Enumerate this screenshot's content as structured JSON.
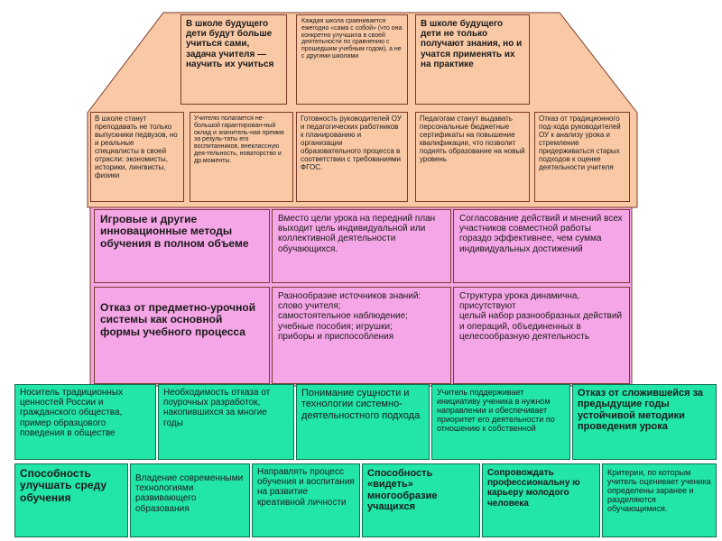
{
  "colors": {
    "roof": "#f9c9a6",
    "walls": "#f5a6e6",
    "foundation": "#22e5a8",
    "border": "#7a3a2a"
  },
  "roof_top": [
    "В школе будущего дети будут больше учиться сами, задача учителя — научить их учиться",
    "Каждая школа сравнивается ежегодно «сама с собой» (что она конкретно улучшила в своей деятельности по сравнению с прошедшим учебным годом), а не с другими школами",
    "В школе будущего дети не только получают знания, но и учатся применять их на практике"
  ],
  "roof_bottom": [
    "В школе станут преподавать не только выпускники педвузов, но и реальные специалисты в своей отрасли: экономисты, историки, лингвисты, физики",
    "Учителю полагается не-большой гарантирован-ный оклад и значитель-ная премия за резуль-таты его воспитанников, внеклассную дея-тельность, новаторство и др.моменты.",
    "Готовность руководителей ОУ и педагогических работников к планированию и организации образовательного процесса в соответствии с требованиями ФГОС.",
    "Педагогам станут выдавать персональные бюджетные сертификаты на повышение квалификации, что позволит поднять образование на новый уровень",
    "Отказ от традиционного под-хода руководителей ОУ к анализу урока и стремление придерживаться старых подходов к оценке деятельности учителя"
  ],
  "walls_row1": [
    "Игровые и другие инновационные методы обучения в полном объеме",
    "Вместо цели урока на передний план выходит цель индивидуальной или коллективной деятельности обучающихся.",
    "Согласование действий и мнений всех участников совместной работы\nгораздо эффективнее, чем сумма индивидуальных достижений"
  ],
  "walls_row2": [
    "Отказ от предметно-урочной системы как основной формы учебного процесса",
    "Разнообразие источников знаний:\nслово учителя;\nсамостоятельное наблюдение;\nучебные пособия; игрушки;\nприборы и приспособления",
    "Структура урока динамична, присутствуют\nцелый набор разнообразных действий и операций, объединенных в целесообразную деятельность"
  ],
  "foundation_row1": [
    "Носитель традиционных ценностей России и гражданского общества, пример образцового поведения в обществе",
    "Необходимость отказа от поурочных разработок, накопившихся за многие годы",
    "Понимание сущности и технологии системно-деятельностного подхода",
    "Учитель поддерживает инициативу ученика в нужном направлении и обеспечивает приоритет его деятельности по отношению к собственной",
    "Отказ от сложившейся за предыдущие годы устойчивой методики проведения урока"
  ],
  "foundation_row2": [
    "Способность улучшать среду обучения",
    "Владение современными технологиями развивающего образования",
    "Направлять процесс обучения и воспитания на развитие креативной личности",
    "Способность «видеть» многообразие учащихся",
    "Сопровождать профессиональну ю карьеру молодого человека",
    "Критерии, по которым учитель оценивает ученика определены заранее и разделяются обучающимися."
  ]
}
